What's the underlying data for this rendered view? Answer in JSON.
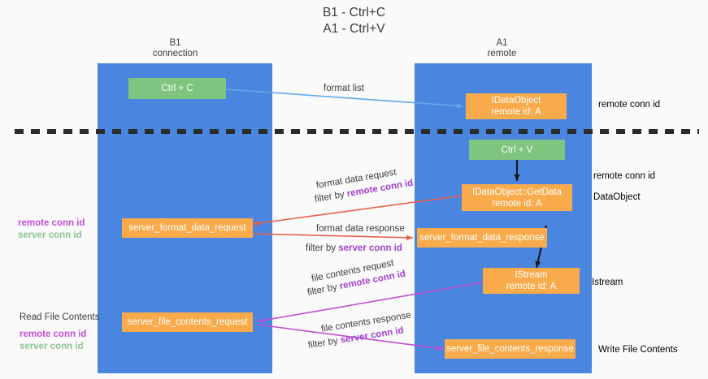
{
  "title": {
    "line1": "B1 - Ctrl+C",
    "line2": "A1 - Ctrl+V"
  },
  "lanes": [
    {
      "id": "b1",
      "name": "B1",
      "sub": "connection"
    },
    {
      "id": "a1",
      "name": "A1",
      "sub": "remote"
    }
  ],
  "nodes": {
    "ctrl_c": {
      "line1": "Ctrl + C",
      "line2": ""
    },
    "idataobject": {
      "line1": "IDataObject",
      "line2": "remote id: A"
    },
    "ctrl_v": {
      "line1": "Ctrl + V",
      "line2": ""
    },
    "getdata": {
      "line1": "IDataObject::GetData",
      "line2": "remote id: A"
    },
    "fmt_request": {
      "line1": "server_format_data_request",
      "line2": ""
    },
    "fmt_response": {
      "line1": "server_format_data_response",
      "line2": ""
    },
    "istream": {
      "line1": "IStream",
      "line2": "remote id: A"
    },
    "file_request": {
      "line1": "server_file_contents_request",
      "line2": ""
    },
    "file_response": {
      "line1": "server_file_contents_response",
      "line2": ""
    }
  },
  "edge_labels": {
    "format_list": "format list",
    "fmt_req_l1": "format data request",
    "fmt_req_l2_prefix": "filter by ",
    "fmt_req_l2_key": "remote conn id",
    "fmt_res_l1": "format data response",
    "fmt_res_l2_prefix": "filter by ",
    "fmt_res_l2_key": "server conn id",
    "file_req_l1": "file contents request",
    "file_req_l2_prefix": "filter by ",
    "file_req_l2_key": "remote conn id",
    "file_res_l1": "file contents response",
    "file_res_l2_prefix": "filter by ",
    "file_res_l2_key": "server conn id"
  },
  "annotations": {
    "left_mid_remote": "remote conn id",
    "left_mid_server": "server conn id",
    "left_read_file": "Read File Contents",
    "left_bot_remote": "remote conn id",
    "left_bot_server": "server conn id",
    "right_top_remote": "remote conn id",
    "right_mid_remote": "remote conn id",
    "right_dataobject": "DataObject",
    "right_istream": "Istream",
    "right_write_file": "Write File Contents"
  },
  "colors": {
    "lane": "#4a86e0",
    "green_node": "#7fc47f",
    "orange_node": "#f9ab4b",
    "purple_key": "#a33fcf",
    "green_key": "#8dc48d",
    "red_arrow": "#e8604c",
    "magenta_arrow": "#c04fd0",
    "blue_arrow": "#62a8e8",
    "divider": "#2b2b2b",
    "background": "#fafafa",
    "text": "#3c3c3c"
  }
}
